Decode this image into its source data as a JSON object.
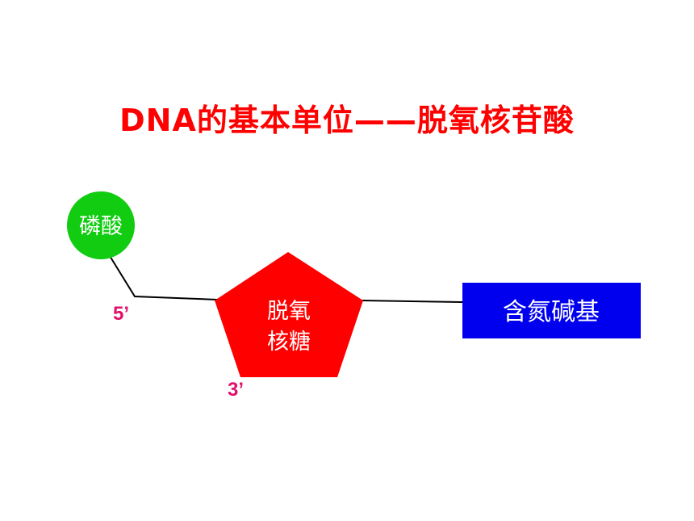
{
  "title": "DNA的基本单位——脱氧核苷酸",
  "phosphate": {
    "label": "磷酸"
  },
  "sugar": {
    "label_line1": "脱氧",
    "label_line2": "核糖"
  },
  "base": {
    "label": "含氮碱基"
  },
  "carbon_labels": {
    "five_prime": "5’",
    "three_prime": "3’"
  },
  "colors": {
    "title": "#ff0000",
    "phosphate_fill": "#11cc11",
    "sugar_fill": "#ff0000",
    "base_fill": "#0000ee",
    "carbon_label": "#e0106a",
    "node_text": "#ffffff",
    "connector": "#000000"
  }
}
